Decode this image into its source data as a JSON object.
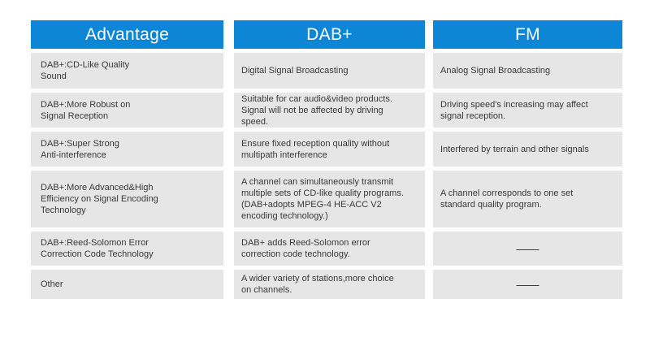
{
  "colors": {
    "header_background": "#0d86d5",
    "header_text": "#ffffff",
    "cell_background": "#e6e6e6",
    "cell_text": "#3a3a3a",
    "page_background": "#ffffff"
  },
  "table": {
    "columns": [
      {
        "header": "Advantage",
        "cells": [
          "DAB+:CD-Like Quality\nSound",
          "DAB+:More Robust on\nSignal Reception",
          "DAB+:Super Strong\nAnti-interference",
          "DAB+:More Advanced&High\nEfficiency on Signal Encoding\nTechnology",
          "DAB+:Reed-Solomon Error\nCorrection Code Technology",
          "Other"
        ]
      },
      {
        "header": "DAB+",
        "cells": [
          "Digital Signal Broadcasting",
          "Suitable for car audio&video products.\nSignal will not be affected by driving\nspeed.",
          "Ensure fixed reception quality without\nmultipath interference",
          "A channel can simultaneously transmit\nmultiple sets of CD-like quality programs.\n(DAB+adopts MPEG-4 HE-ACC V2\nencoding technology.)",
          "DAB+ adds Reed-Solomon error\ncorrection code technology.",
          "A wider variety of stations,more choice\non channels."
        ]
      },
      {
        "header": "FM",
        "cells": [
          "Analog Signal Broadcasting",
          "Driving speed's increasing may affect\nsignal reception.",
          "Interfered by terrain and other signals",
          "A channel corresponds to one set\nstandard quality program.",
          "——",
          "——"
        ]
      }
    ]
  }
}
